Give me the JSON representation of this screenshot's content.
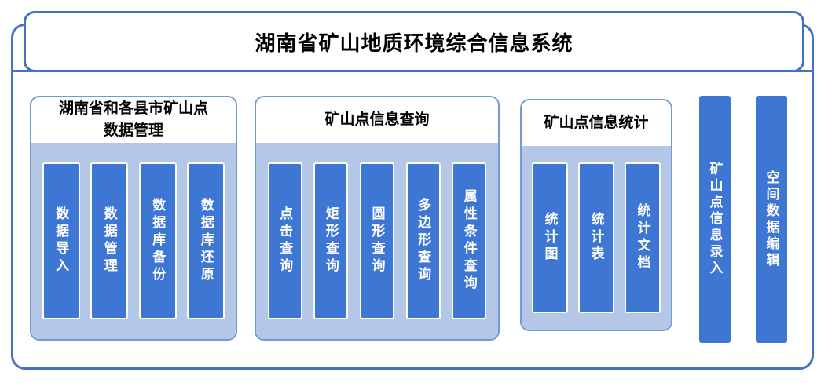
{
  "title": "湖南省矿山地质环境综合信息系统",
  "groups": [
    {
      "title": "湖南省和各县市矿山点\n数据管理",
      "items": [
        "数据导入",
        "数据管理",
        "数据库备份",
        "数据库还原"
      ]
    },
    {
      "title": "矿山点信息查询",
      "items": [
        "点击查询",
        "矩形查询",
        "圆形查询",
        "多边形查询",
        "属性条件查询"
      ]
    },
    {
      "title": "矿山点信息统计",
      "items": [
        "统计图",
        "统计表",
        "统计文档"
      ]
    }
  ],
  "standalone_modules": [
    "矿山点信息录入",
    "空间数据编辑"
  ],
  "colors": {
    "frame_blue": "#4472C4",
    "bar_blue": "#3E76D4",
    "panel_light_blue": "#B4C7E7"
  }
}
